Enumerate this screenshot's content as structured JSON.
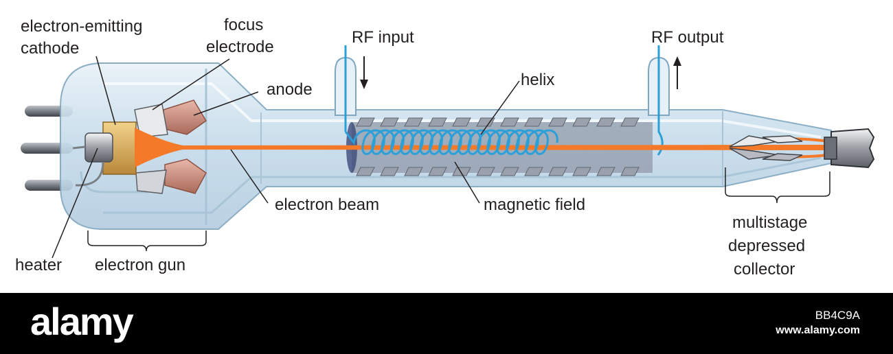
{
  "labels": {
    "electron_emitting": "electron-emitting",
    "cathode": "cathode",
    "focus": "focus",
    "electrode": "electrode",
    "anode": "anode",
    "rf_input": "RF input",
    "rf_output": "RF output",
    "helix": "helix",
    "electron_beam": "electron beam",
    "magnetic_field": "magnetic field",
    "heater": "heater",
    "electron_gun": "electron gun",
    "multistage": "multistage",
    "depressed": "depressed",
    "collector": "collector"
  },
  "colors": {
    "beam": "#f47a2a",
    "glass": "#cfe4f0",
    "helix_wire": "#2a9fd8",
    "anode": "#c98a7c",
    "cathode": "#d9a94a",
    "footer": "#000000"
  },
  "footer": {
    "logo": "alamy",
    "image_id": "BB4C9A",
    "url": "www.alamy.com"
  }
}
